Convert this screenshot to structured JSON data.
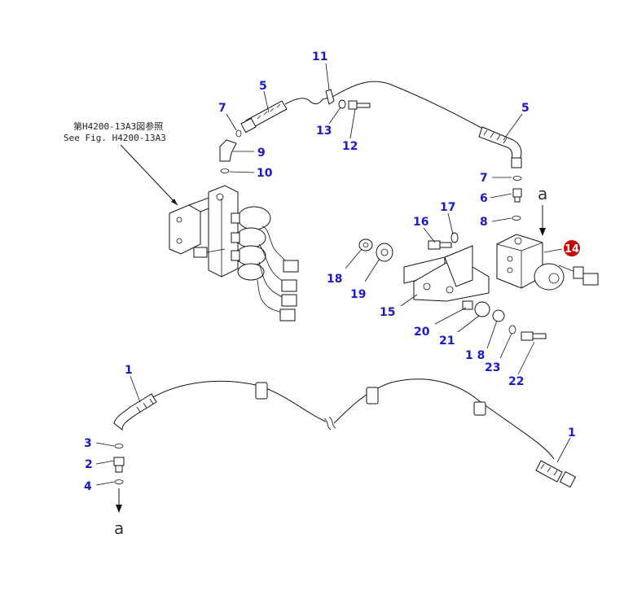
{
  "reference_note": {
    "line1": "第H4200-13A3図参照",
    "line2": "See Fig. H4200-13A3"
  },
  "connection_labels": {
    "a_top": "a",
    "a_bottom": "a"
  },
  "highlight_color": "#cc0000",
  "callout_color": "#1a1acc",
  "callouts": [
    {
      "id": "c11",
      "text": "11"
    },
    {
      "id": "c5a",
      "text": "5"
    },
    {
      "id": "c7a",
      "text": "7"
    },
    {
      "id": "c13",
      "text": "13"
    },
    {
      "id": "c12",
      "text": "12"
    },
    {
      "id": "c5b",
      "text": "5"
    },
    {
      "id": "c9",
      "text": "9"
    },
    {
      "id": "c10",
      "text": "10"
    },
    {
      "id": "c7b",
      "text": "7"
    },
    {
      "id": "c6",
      "text": "6"
    },
    {
      "id": "c17",
      "text": "17"
    },
    {
      "id": "c16",
      "text": "16"
    },
    {
      "id": "c8",
      "text": "8"
    },
    {
      "id": "c14",
      "text": "14"
    },
    {
      "id": "c18a",
      "text": "18"
    },
    {
      "id": "c19",
      "text": "19"
    },
    {
      "id": "c15",
      "text": "15"
    },
    {
      "id": "c20",
      "text": "20"
    },
    {
      "id": "c21",
      "text": "21"
    },
    {
      "id": "c18b",
      "text": "1 8"
    },
    {
      "id": "c23",
      "text": "23"
    },
    {
      "id": "c22",
      "text": "22"
    },
    {
      "id": "c1a",
      "text": "1"
    },
    {
      "id": "c3",
      "text": "3"
    },
    {
      "id": "c2",
      "text": "2"
    },
    {
      "id": "c4",
      "text": "4"
    },
    {
      "id": "c1b",
      "text": "1"
    }
  ]
}
